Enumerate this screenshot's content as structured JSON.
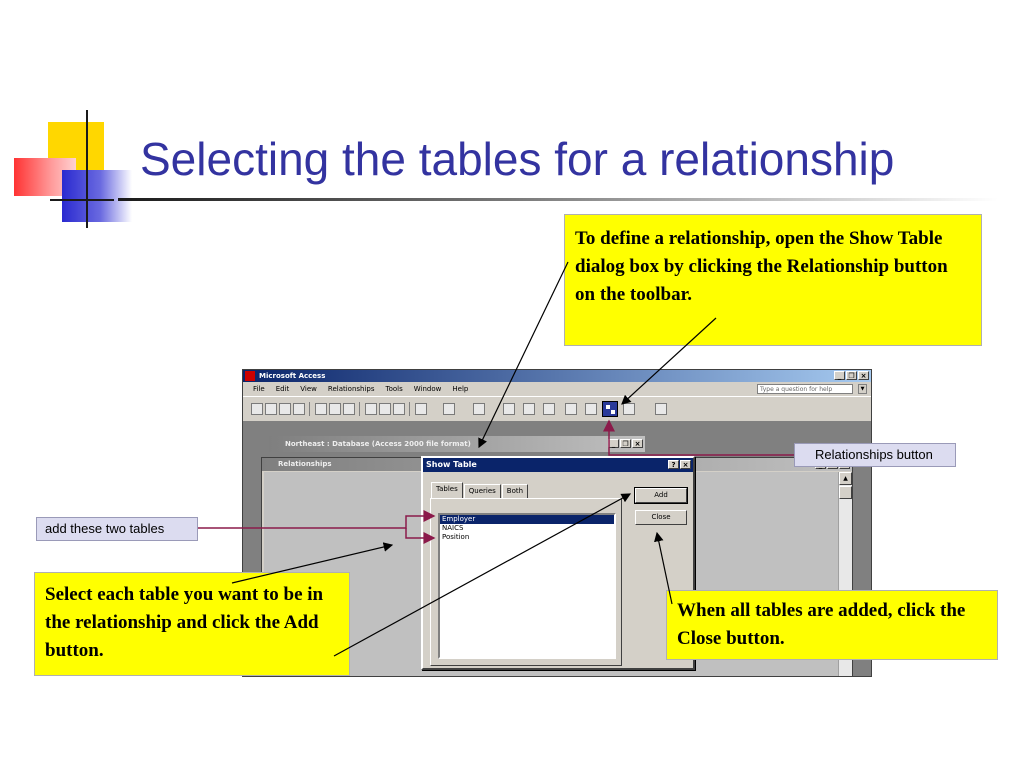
{
  "slide": {
    "title": "Selecting the tables for a relationship"
  },
  "callouts": {
    "top": "To define a relationship, open the Show Table dialog box by clicking the Relationship button on the toolbar.",
    "left": "Select each table you want to be in the relationship and click the Add button.",
    "right": "When all tables are added, click the Close button."
  },
  "labels": {
    "relationships_button": "Relationships button",
    "add_tables": "add these two tables"
  },
  "access": {
    "app_title": "Microsoft Access",
    "menu": [
      "File",
      "Edit",
      "View",
      "Relationships",
      "Tools",
      "Window",
      "Help"
    ],
    "help_placeholder": "Type a question for help",
    "db_window_title": "Northeast : Database (Access 2000 file format)",
    "relationships_window_title": "Relationships",
    "show_table": {
      "title": "Show Table",
      "tabs": [
        "Tables",
        "Queries",
        "Both"
      ],
      "tables": [
        "Employer",
        "NAICS",
        "Position"
      ],
      "selected_table": "Employer",
      "add_label": "Add",
      "close_label": "Close"
    }
  },
  "colors": {
    "title": "#3333a0",
    "callout_bg": "#ffff00",
    "label_bg": "#dcdcf0",
    "arrow_maroon": "#8b1a4a"
  }
}
